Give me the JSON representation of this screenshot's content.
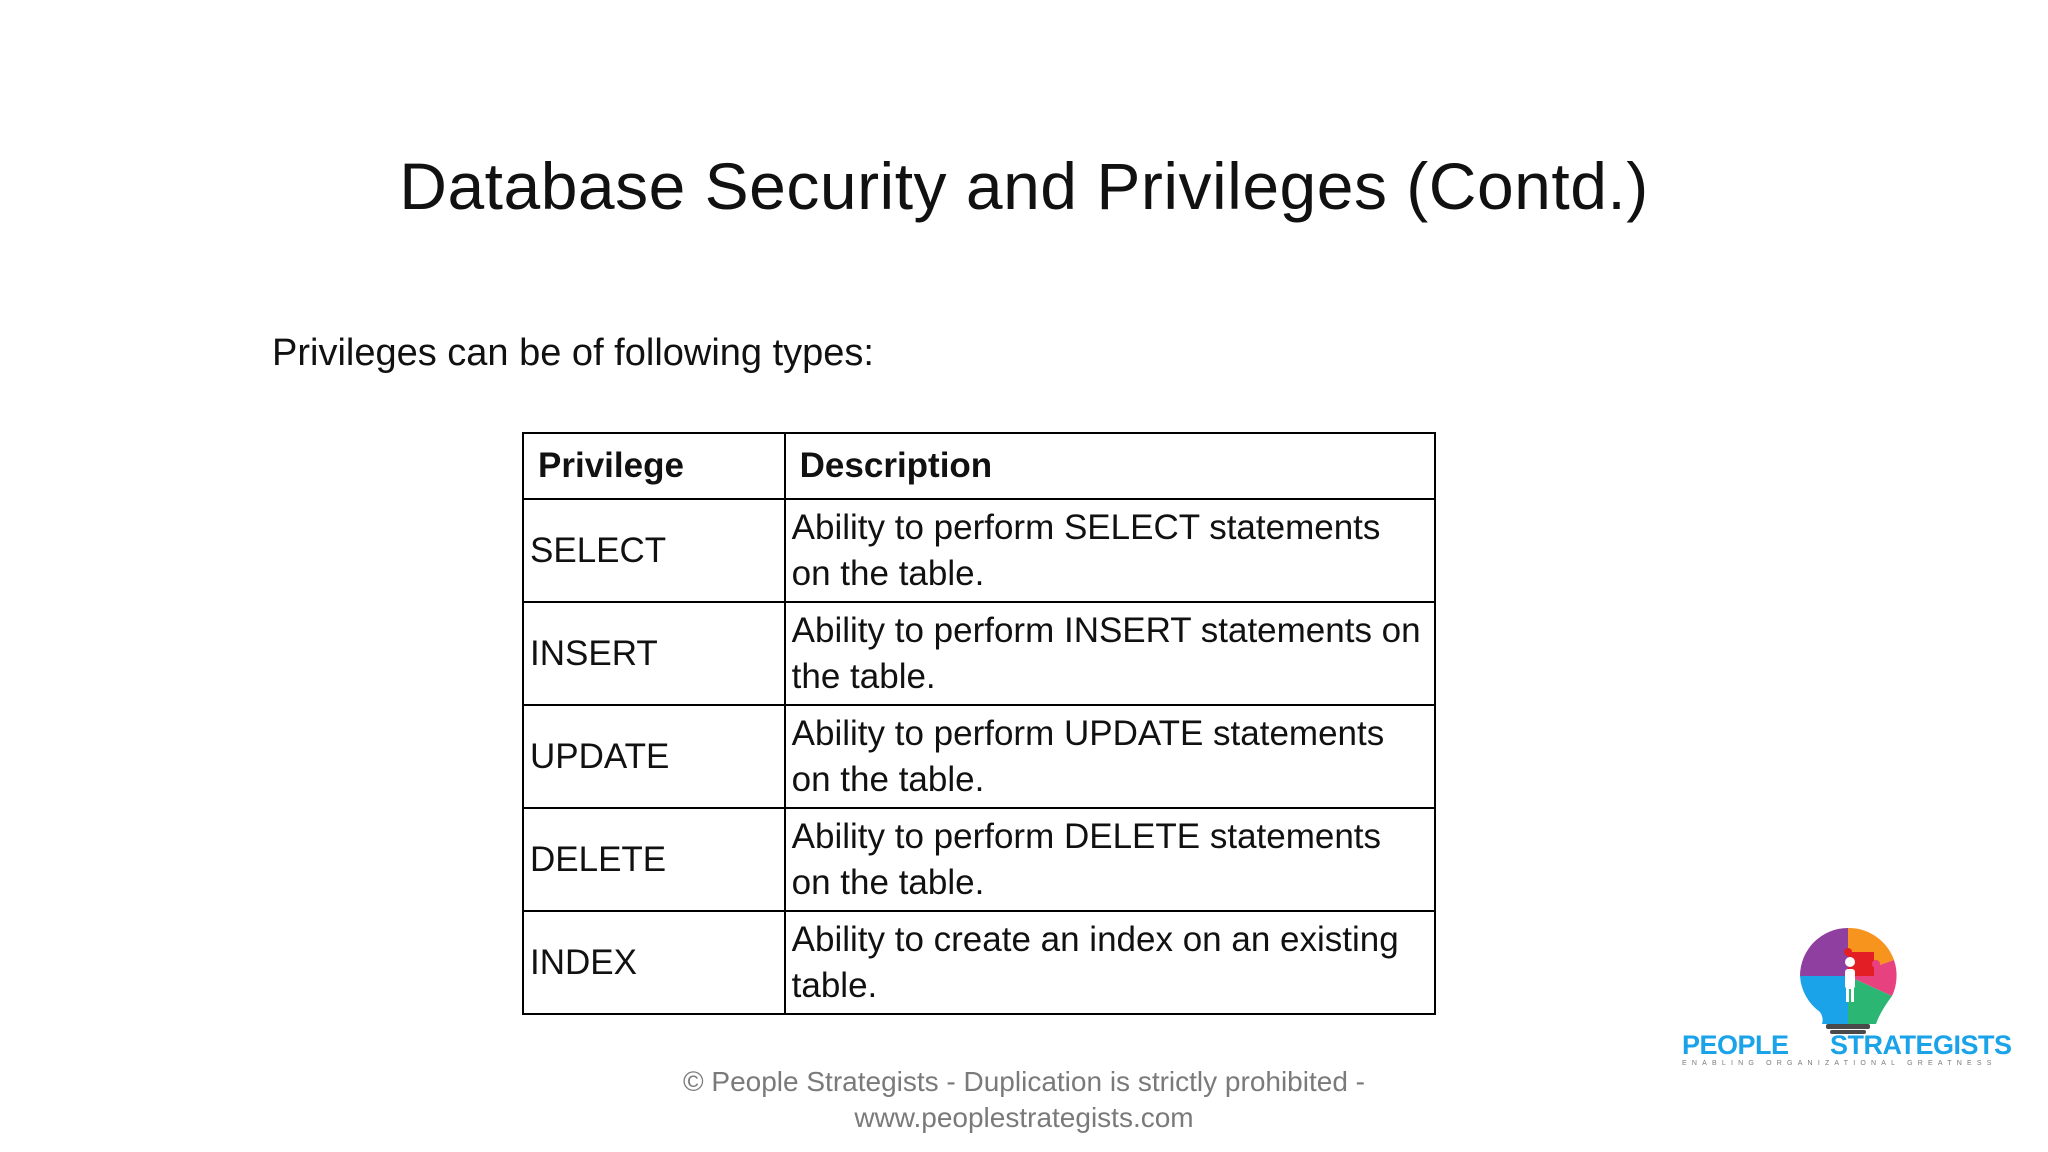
{
  "slide": {
    "title": "Database Security and Privileges (Contd.)",
    "intro": "Privileges can be of following types:"
  },
  "table": {
    "headers": [
      "Privilege",
      "Description"
    ],
    "rows": [
      {
        "privilege": "SELECT",
        "description": "Ability to perform SELECT statements on the table."
      },
      {
        "privilege": "INSERT",
        "description": "Ability to perform INSERT statements on the table."
      },
      {
        "privilege": "UPDATE",
        "description": "Ability to perform UPDATE statements on the table."
      },
      {
        "privilege": "DELETE",
        "description": "Ability to perform DELETE statements on the table."
      },
      {
        "privilege": "INDEX",
        "description": "Ability to create an index on an existing table."
      }
    ]
  },
  "footer": {
    "line1": "© People Strategists - Duplication is strictly prohibited -",
    "line2": "www.peoplestrategists.com"
  },
  "logo": {
    "name_left": "PEOPLE",
    "name_right": "STRATEGISTS",
    "tagline": "ENABLING ORGANIZATIONAL GREATNESS",
    "icon": "lightbulb-puzzle-icon",
    "colors": {
      "text": "#1aa3e8",
      "orange": "#f7941d",
      "red": "#e31e24",
      "purple": "#8e3fa0",
      "pink": "#e8417f",
      "blue": "#1aa3e8",
      "green": "#2bb673",
      "base": "#4a4a4a"
    }
  }
}
